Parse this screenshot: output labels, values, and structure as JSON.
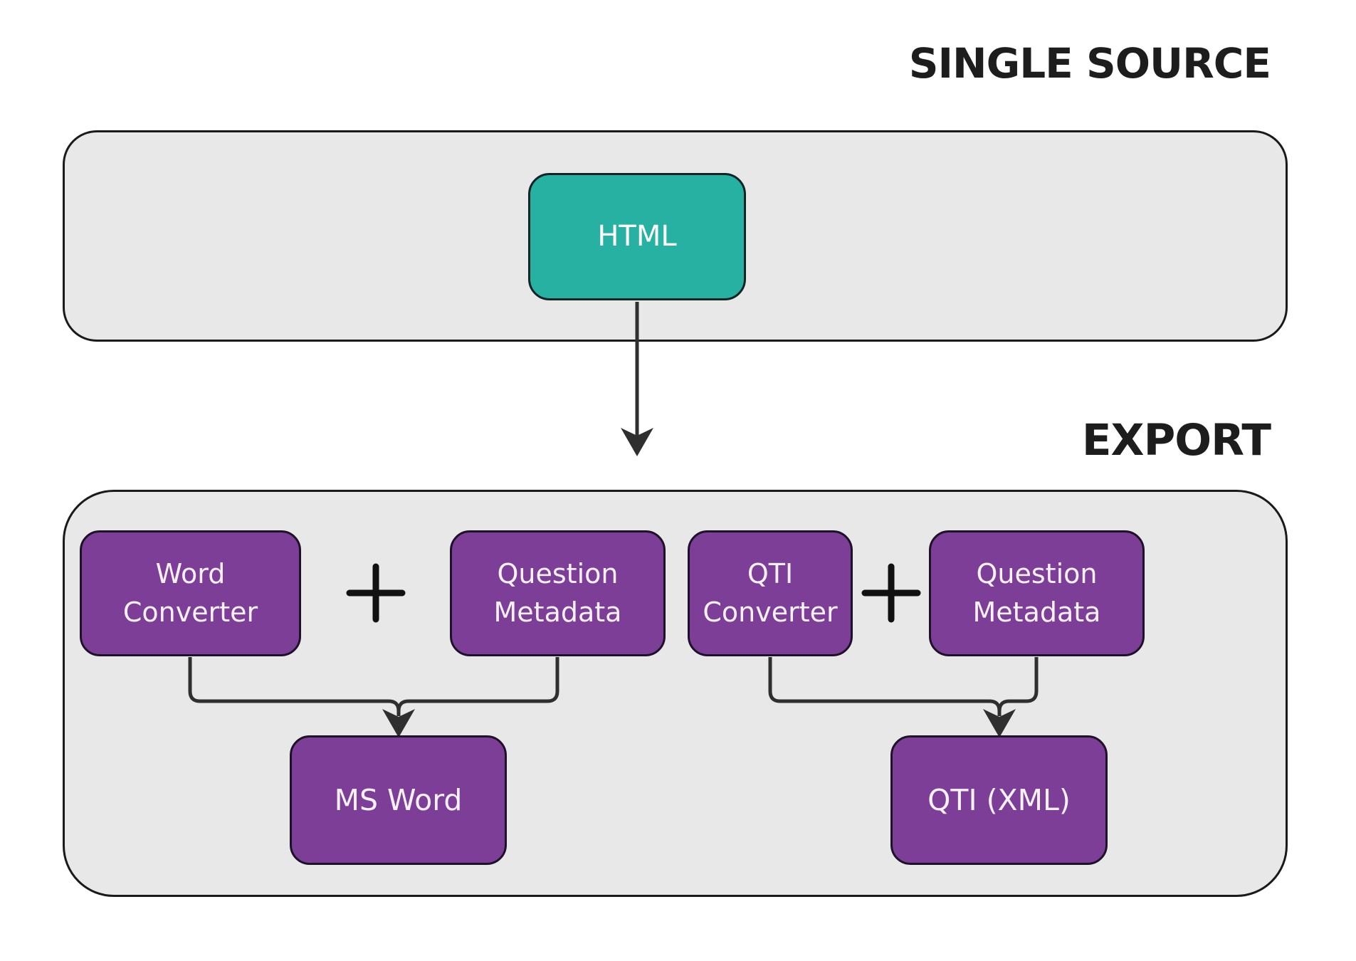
{
  "titles": {
    "single_source": "SINGLE SOURCE",
    "export": "EXPORT"
  },
  "source": {
    "html_label": "HTML"
  },
  "export": {
    "groups": [
      {
        "input_a": "Word Converter",
        "operator": "+",
        "input_b": "Question Metadata",
        "output": "MS Word"
      },
      {
        "input_a": "QTI Converter",
        "operator": "+",
        "input_b": "Question Metadata",
        "output": "QTI (XML)"
      }
    ]
  },
  "icons": {
    "plus": "plus-icon",
    "arrow_down": "arrow-down-icon"
  },
  "colors": {
    "background": "#ffffff",
    "container_fill": "#e8e8e8",
    "container_border": "#1a1a1a",
    "teal_node": "#26b1a2",
    "purple_node": "#7c3e97",
    "node_border": "#1d1228",
    "node_text": "#f8f1f8",
    "title_text": "#1d1d1d",
    "connector": "#2f2f2f"
  }
}
